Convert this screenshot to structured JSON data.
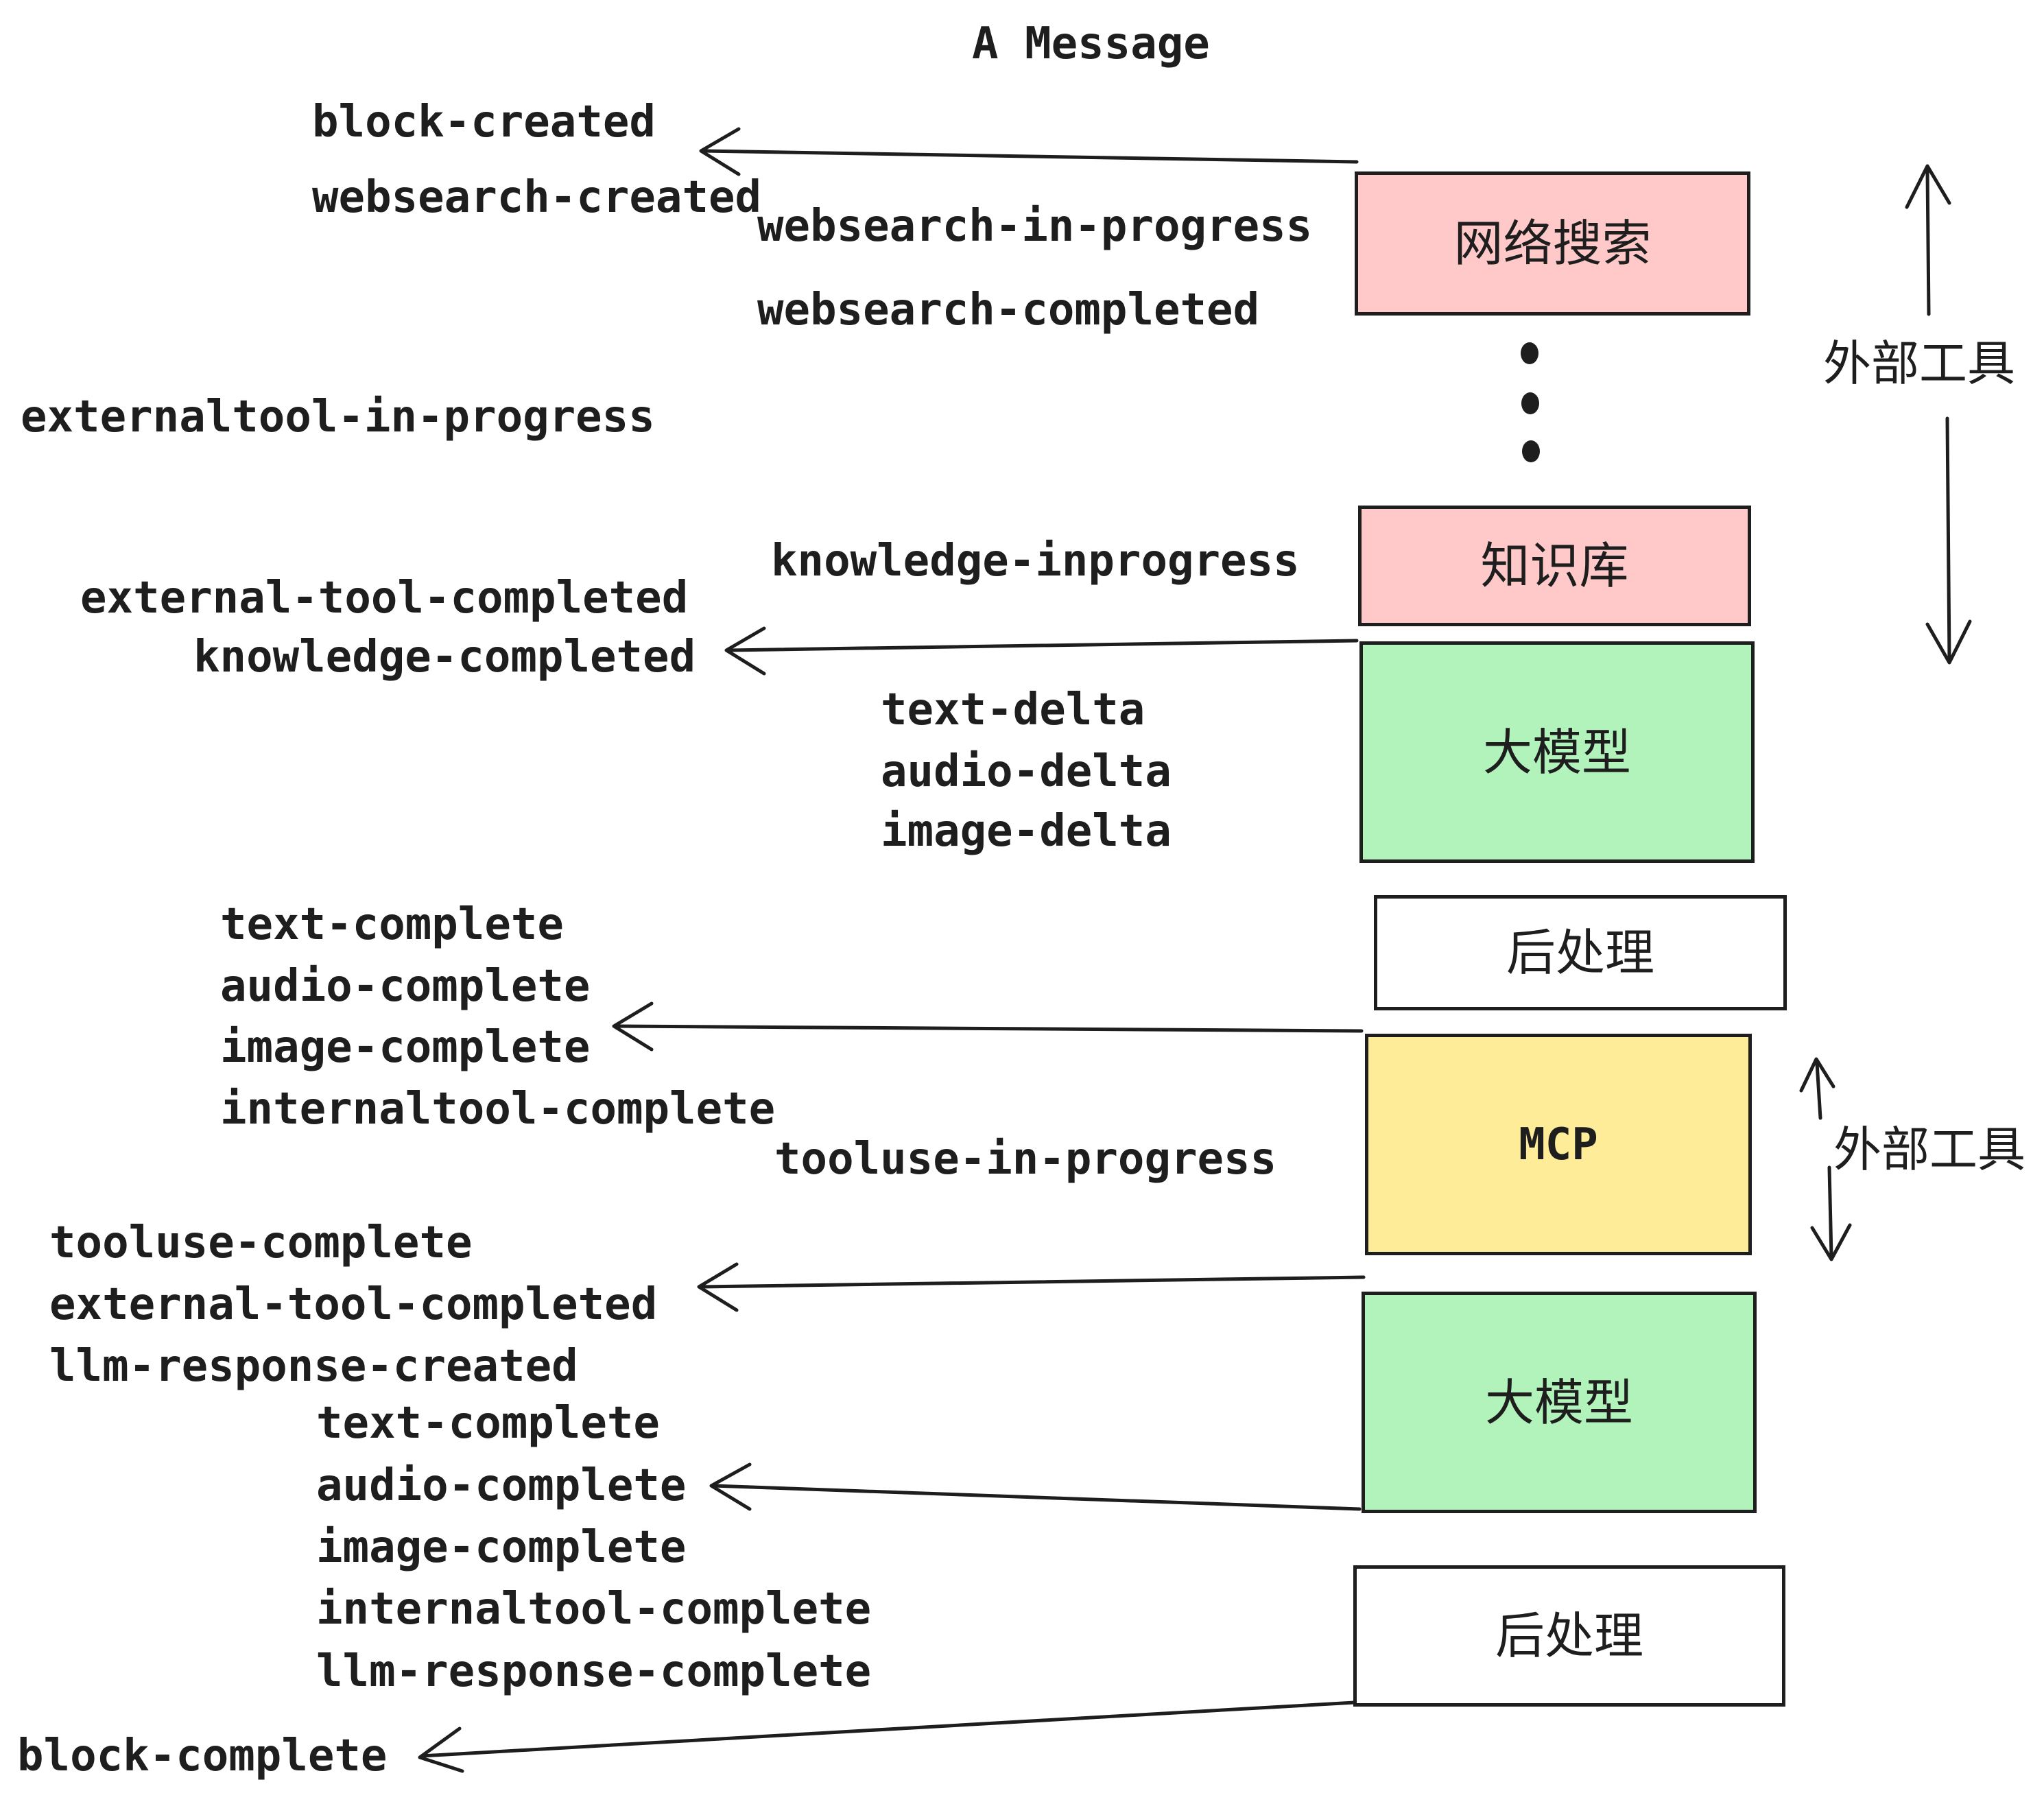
{
  "title": "A Message",
  "colors": {
    "ink": "#1e1e1e",
    "external_tool_fill": "#ffc9c9",
    "llm_fill": "#b2f2bb",
    "mcp_fill": "#ffec99",
    "postprocess_fill": "#ffffff",
    "background": "#ffffff"
  },
  "events": [
    "block-created",
    "websearch-created",
    "websearch-in-progress",
    "websearch-completed",
    "externaltool-in-progress",
    "knowledge-inprogress",
    "external-tool-completed",
    "knowledge-completed",
    "text-delta",
    "audio-delta",
    "image-delta",
    "text-complete",
    "audio-complete",
    "image-complete",
    "internaltool-complete",
    "tooluse-in-progress",
    "tooluse-complete",
    "external-tool-completed",
    "llm-response-created",
    "text-complete",
    "audio-complete",
    "image-complete",
    "internaltool-complete",
    "llm-response-complete",
    "block-complete"
  ],
  "nodes": [
    {
      "label": "网络搜索",
      "fill": "#ffc9c9"
    },
    {
      "label": "知识库",
      "fill": "#ffc9c9"
    },
    {
      "label": "大模型",
      "fill": "#b2f2bb"
    },
    {
      "label": "后处理",
      "fill": "#ffffff"
    },
    {
      "label": "MCP",
      "fill": "#ffec99"
    },
    {
      "label": "大模型",
      "fill": "#b2f2bb"
    },
    {
      "label": "后处理",
      "fill": "#ffffff"
    }
  ],
  "side_labels": [
    "外部工具",
    "外部工具"
  ],
  "icons": {
    "ellipsis": "vertical-ellipsis-icon"
  }
}
